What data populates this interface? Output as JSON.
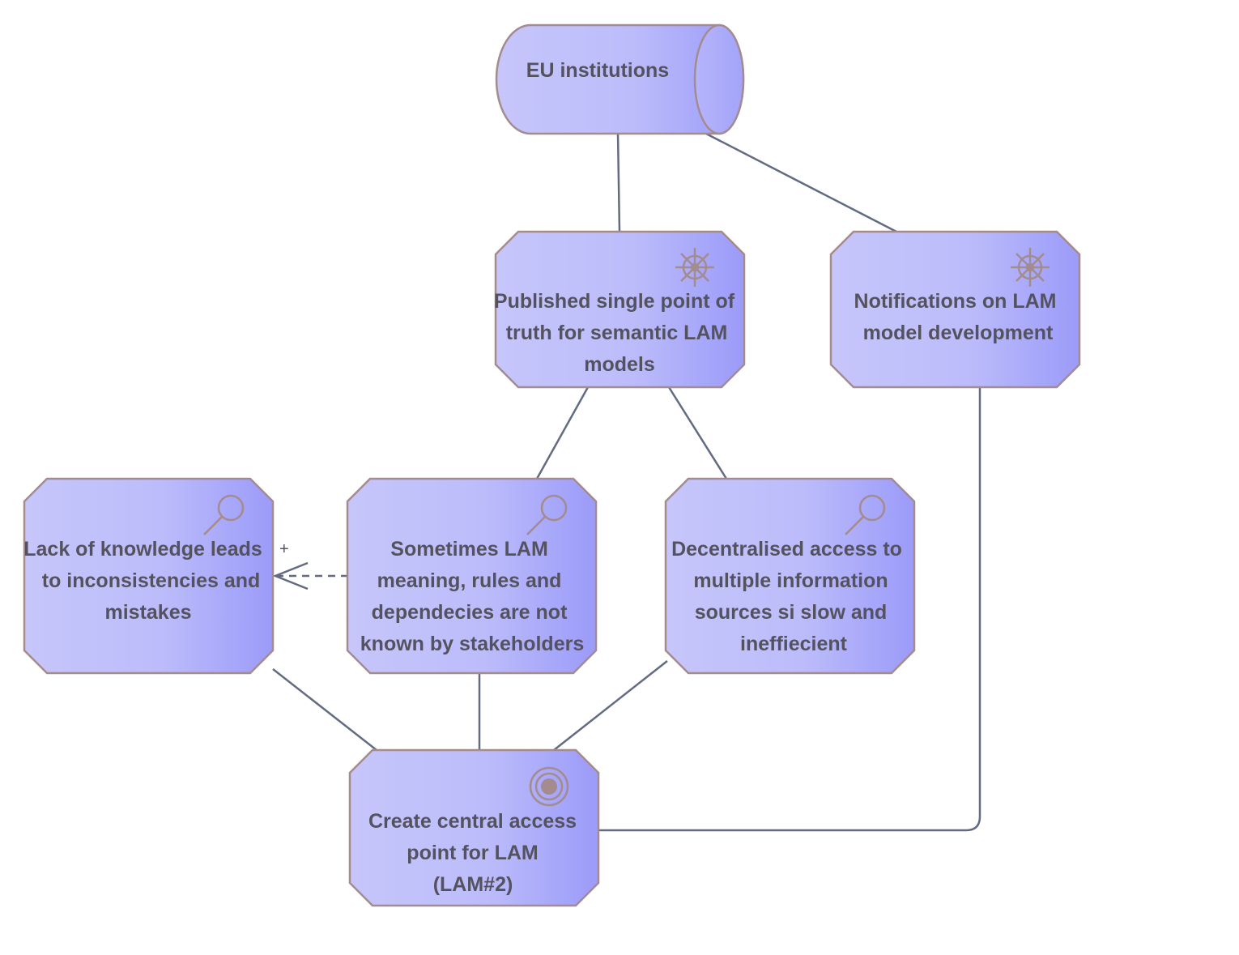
{
  "diagram": {
    "nodes": {
      "eu_institutions": {
        "lines": [
          "EU institutions"
        ]
      },
      "published_truth": {
        "lines": [
          "Published single point of",
          "truth for semantic LAM",
          "models"
        ]
      },
      "notifications": {
        "lines": [
          "Notifications on LAM",
          "model development"
        ]
      },
      "lack_knowledge": {
        "lines": [
          "Lack of knowledge leads",
          "to inconsistencies and",
          "mistakes"
        ]
      },
      "sometimes_lam": {
        "lines": [
          "Sometimes LAM",
          "meaning, rules and",
          "dependecies  are not",
          "known by stakeholders"
        ]
      },
      "decentralised": {
        "lines": [
          "Decentralised access to",
          "multiple information",
          "sources si slow and",
          "ineffiecient"
        ]
      },
      "create_central": {
        "lines": [
          "Create central access",
          "point for LAM",
          "(LAM#2)"
        ]
      }
    },
    "influence_label": "+",
    "icons": {
      "published_truth": "driver-icon",
      "notifications": "driver-icon",
      "lack_knowledge": "assessment-icon",
      "sometimes_lam": "assessment-icon",
      "decentralised": "assessment-icon",
      "create_central": "goal-icon"
    },
    "colors": {
      "node_fill_light": "#c3c3fb",
      "node_fill_dark": "#9d9dfa",
      "node_stroke": "#a38b8e",
      "connector": "#636b82",
      "text": "#555260"
    }
  }
}
